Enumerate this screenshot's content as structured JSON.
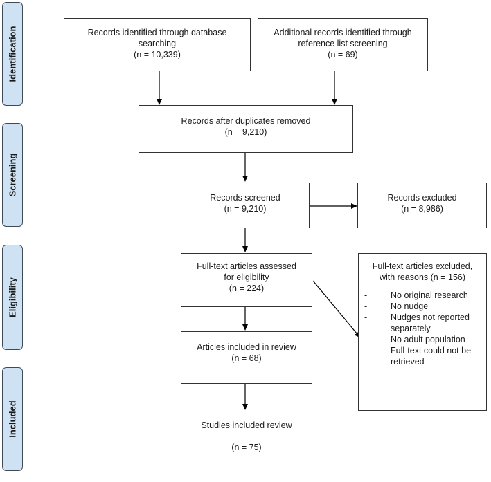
{
  "phases": [
    {
      "label": "Identification"
    },
    {
      "label": "Screening"
    },
    {
      "label": "Eligibility"
    },
    {
      "label": "Included"
    }
  ],
  "boxes": {
    "db_search": {
      "lines": [
        "Records identified through database",
        "searching",
        "(n =  10,339)"
      ]
    },
    "ref_screen": {
      "lines": [
        "Additional records identified through",
        "reference list screening",
        "(n = 69)"
      ]
    },
    "dup_removed": {
      "lines": [
        "Records after duplicates removed",
        "(n = 9,210)"
      ]
    },
    "screened": {
      "lines": [
        "Records screened",
        "(n =  9,210)"
      ]
    },
    "excluded": {
      "lines": [
        "Records excluded",
        "(n = 8,986)"
      ]
    },
    "fulltext": {
      "lines": [
        "Full-text articles assessed",
        "for eligibility",
        "(n = 224)"
      ]
    },
    "ft_excluded": {
      "heading": [
        "Full-text articles excluded,",
        "with reasons (n = 156)"
      ],
      "reasons": [
        {
          "dash": "-",
          "text": "No original research"
        },
        {
          "dash": "-",
          "text": "No nudge"
        },
        {
          "dash": "-",
          "text": "Nudges not reported separately"
        },
        {
          "dash": "-",
          "text": "No adult population"
        },
        {
          "dash": "-",
          "text": "Full-text could not be retrieved"
        }
      ]
    },
    "articles": {
      "lines": [
        "Articles included in review",
        "(n = 68)"
      ]
    },
    "studies": {
      "lines": [
        "Studies included review",
        "",
        "(n = 75)"
      ]
    }
  }
}
